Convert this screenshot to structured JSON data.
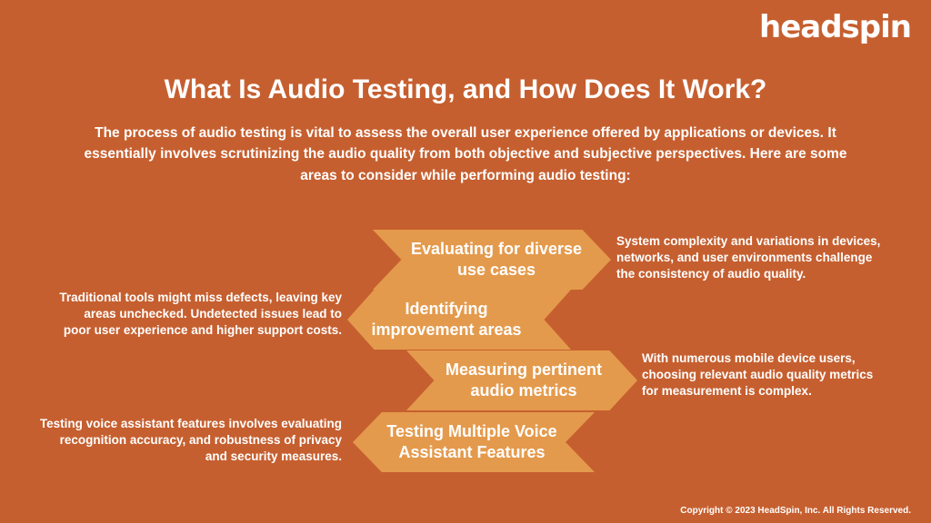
{
  "brand": {
    "logo_text": "headspin"
  },
  "header": {
    "title": "What Is Audio Testing, and How Does It Work?",
    "intro": "The process of audio testing is vital to assess the overall user experience offered by applications or devices. It essentially involves scrutinizing the audio quality from both objective and subjective perspectives. Here are some areas to consider while performing audio testing:"
  },
  "areas": [
    {
      "label": "Evaluating for diverse use cases",
      "description": "System complexity and variations in devices, networks, and user environments challenge the consistency of audio quality."
    },
    {
      "label": "Identifying improvement areas",
      "description": "Traditional tools might miss defects, leaving key areas unchecked. Undetected issues lead to poor user experience and higher support costs."
    },
    {
      "label": "Measuring pertinent audio metrics",
      "description": "With numerous mobile device users, choosing relevant audio quality metrics for measurement is complex."
    },
    {
      "label": "Testing Multiple Voice Assistant Features",
      "description": "Testing voice assistant features involves evaluating recognition accuracy, and robustness of privacy and security measures."
    }
  ],
  "footer": {
    "copyright": "Copyright © 2023 HeadSpin, Inc. All Rights Reserved."
  },
  "colors": {
    "background": "#c65f2f",
    "arrow": "#e49a4c",
    "text": "#ffffff"
  }
}
